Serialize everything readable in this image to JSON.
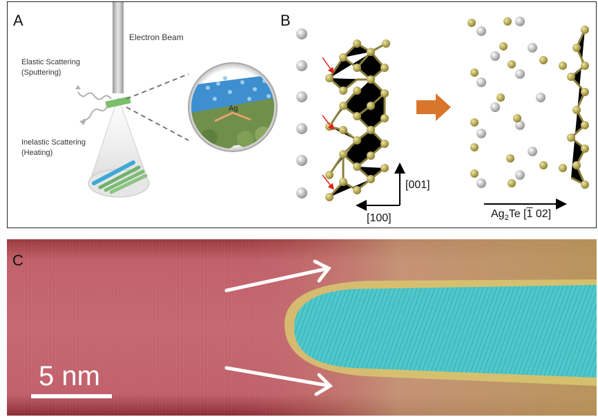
{
  "panel_a": {
    "label": "A",
    "electron_beam": "Electron Beam",
    "elastic_line1": "Elastic Scattering",
    "elastic_line2": "(Sputtering)",
    "inelastic_line1": "Inelastic Scattering",
    "inelastic_line2": "(Heating)",
    "ag_label": "Ag"
  },
  "panel_b": {
    "label": "B",
    "axis_001": "[001]",
    "axis_100": "[100]",
    "phase_base": "Ag",
    "phase_sub": "2",
    "phase_rest": "Te [",
    "phase_index": "1",
    "phase_tail": " 02]"
  },
  "panel_c": {
    "label": "C",
    "scale_bar": "5 nm"
  },
  "colors": {
    "te_atom": "#a89a3e",
    "ag_atom": "#b5b5b5",
    "bond": "#8a7f3a",
    "arrow_orange": "#d9752a",
    "red_arrow": "#e0201c",
    "tem_red": "#c0606a",
    "tem_yellow": "#d8c870",
    "tem_cyan": "#4fc8cc"
  }
}
